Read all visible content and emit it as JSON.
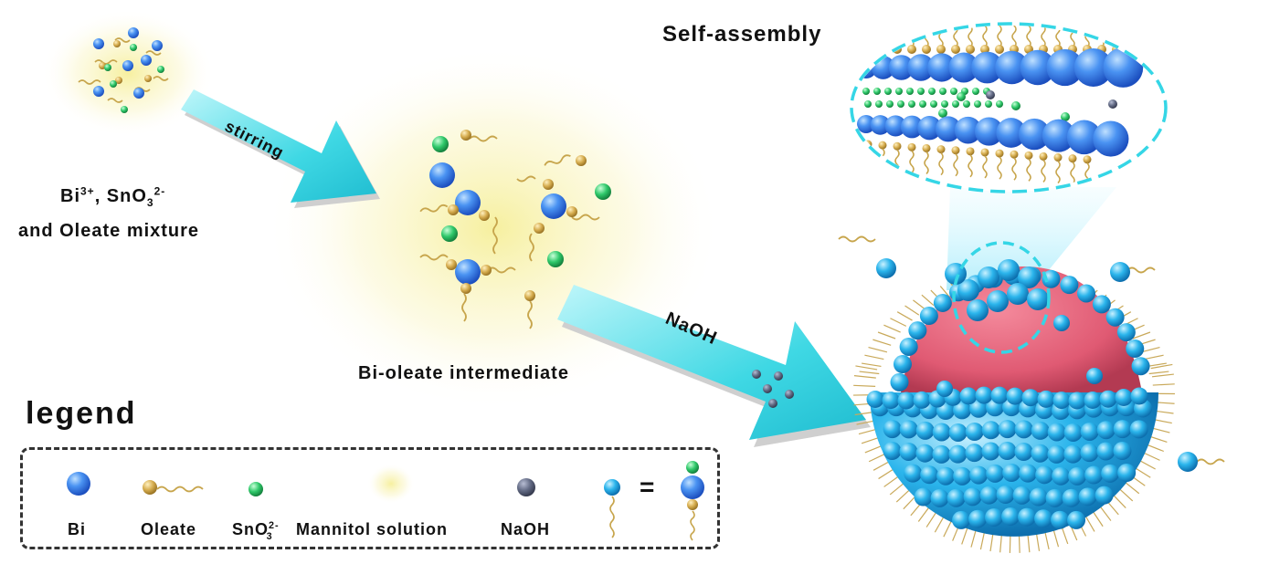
{
  "labels": {
    "mixture_line1_a": "Bi",
    "mixture_line1_sup1": "3+",
    "mixture_line1_b": ", SnO",
    "mixture_line1_sub": "3",
    "mixture_line1_sup2": "2-",
    "mixture_line2": "and Oleate mixture",
    "stirring": "stirring",
    "naoh_arrow": "NaOH",
    "intermediate": "Bi-oleate intermediate",
    "self_assembly": "Self-assembly",
    "equals": "="
  },
  "legend": {
    "title": "legend",
    "bi": "Bi",
    "oleate": "Oleate",
    "sno_a": "SnO",
    "sno_sup": "2-",
    "sno_sub": "3",
    "mannitol": "Mannitol solution",
    "naoh": "NaOH"
  },
  "colors": {
    "bi": "#3d8ef0",
    "oleate_head": "#d8b050",
    "sno": "#2fc86a",
    "naoh": "#636b85",
    "arrow": "#3ed6e3",
    "sphere_shell": "#29b4ea",
    "sphere_core": "#e46078",
    "glow": "#f3eda0"
  }
}
